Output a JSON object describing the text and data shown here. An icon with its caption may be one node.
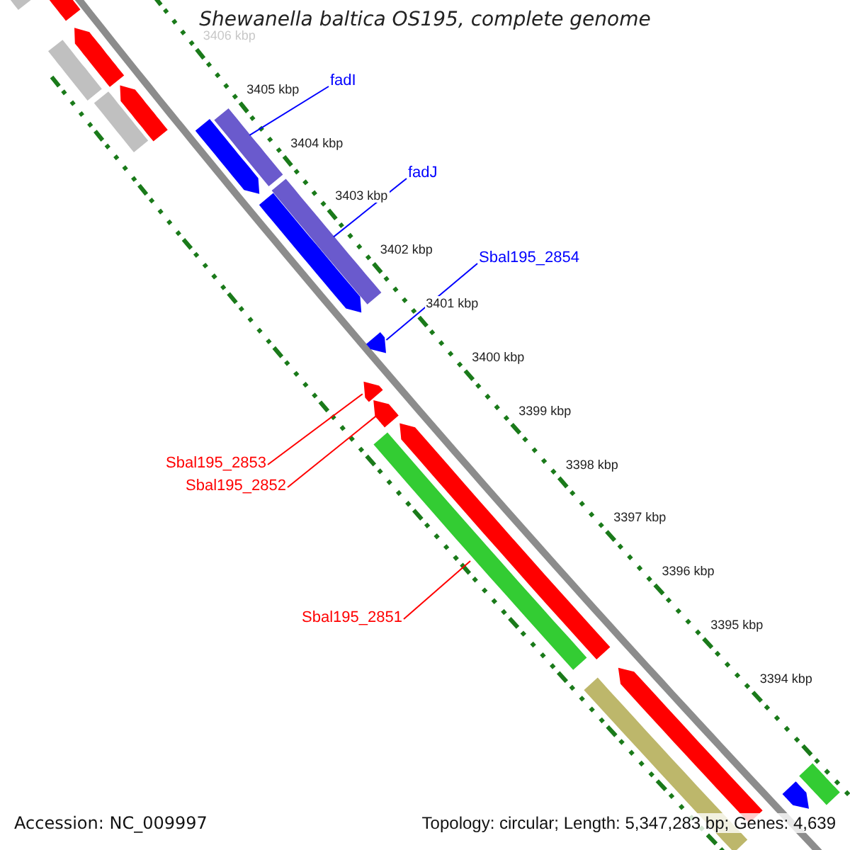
{
  "diagram": {
    "title": "Shewanella baltica OS195, complete genome",
    "nodes": [
      {
        "text": [
          "fadI"
        ]
      },
      {
        "text": [],
        "shape": "bar"
      },
      {
        "text": [
          "fadJ"
        ]
      },
      {
        "text": [],
        "shape": "bar"
      },
      {
        "text": [
          "Sbal195_2854"
        ]
      },
      {
        "text": [],
        "shape": "arrow"
      },
      {
        "text": [
          "Sbal195_2853"
        ]
      },
      {
        "text": [],
        "shape": "arrow"
      },
      {
        "text": [
          "Sbal195_2852"
        ]
      },
      {
        "text": [],
        "shape": "arrow"
      },
      {
        "text": [
          "Sbal195_2851"
        ]
      },
      {
        "text": [],
        "shape": "bar"
      }
    ],
    "edges": [
      {
        "from": 0,
        "to": 1,
        "arrow": "none",
        "color": "#0000ff"
      },
      {
        "from": 2,
        "to": 3,
        "arrow": "none",
        "color": "#0000ff"
      },
      {
        "from": 4,
        "to": 5,
        "arrow": "none",
        "color": "#0000ff"
      },
      {
        "from": 6,
        "to": 7,
        "arrow": "none",
        "color": "#ff0000"
      },
      {
        "from": 8,
        "to": 9,
        "arrow": "none",
        "color": "#ff0000"
      },
      {
        "from": 10,
        "to": 11,
        "arrow": "none",
        "color": "#ff0000"
      }
    ],
    "labels": [
      "3406 kbp",
      "3405 kbp",
      "3404 kbp",
      "3403 kbp",
      "3402 kbp",
      "3401 kbp",
      "3400 kbp",
      "3399 kbp",
      "3398 kbp",
      "3397 kbp",
      "3396 kbp",
      "3395 kbp",
      "3394 kbp",
      "Accession: NC_009997",
      "Topology: circular; Length: 5,347,283 bp; Genes: 4,639"
    ]
  }
}
